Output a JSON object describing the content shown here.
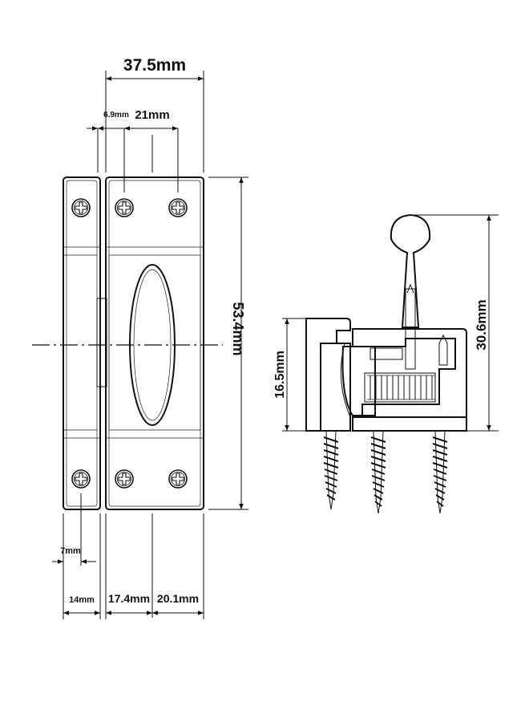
{
  "dimensions": {
    "overall_width": "37.5mm",
    "offset_small": "6.9mm",
    "screw_spacing": "21mm",
    "height": "53.4mm",
    "keeper_hole": "7mm",
    "keeper_width": "14mm",
    "base_left": "17.4mm",
    "base_right": "20.1mm",
    "side_base_height": "16.5mm",
    "side_total_height": "30.6mm"
  },
  "colors": {
    "line": "#111111",
    "background": "#ffffff"
  }
}
